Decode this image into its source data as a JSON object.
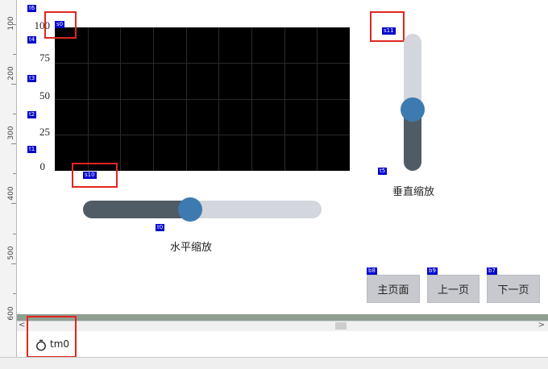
{
  "ruler": {
    "marks": [
      "100",
      "200",
      "300",
      "400",
      "500",
      "600"
    ]
  },
  "tags": {
    "t6": "t6",
    "t4": "t4",
    "t3": "t3",
    "t2": "t2",
    "t1": "t1",
    "s0": "s0",
    "s10": "s10",
    "s11": "s11",
    "t5": "t5",
    "t0": "t0",
    "b8": "b8",
    "b9": "b9",
    "b7": "b7"
  },
  "waveform": {
    "y_labels": [
      "100",
      "75",
      "50",
      "25",
      "0"
    ]
  },
  "horizontal_slider": {
    "label": "水平缩放",
    "value_fraction": 0.45
  },
  "vertical_slider": {
    "label": "垂直缩放",
    "value_fraction": 0.45
  },
  "buttons": {
    "home": "主页面",
    "prev": "上一页",
    "next": "下一页"
  },
  "timer": {
    "label": "tm0"
  },
  "colors": {
    "accent": "#3d7aaf",
    "slider_fill": "#4f5c65",
    "slider_track": "#d3d6dc",
    "tag_bg": "#0000cc",
    "highlight_box": "#e0261e"
  }
}
